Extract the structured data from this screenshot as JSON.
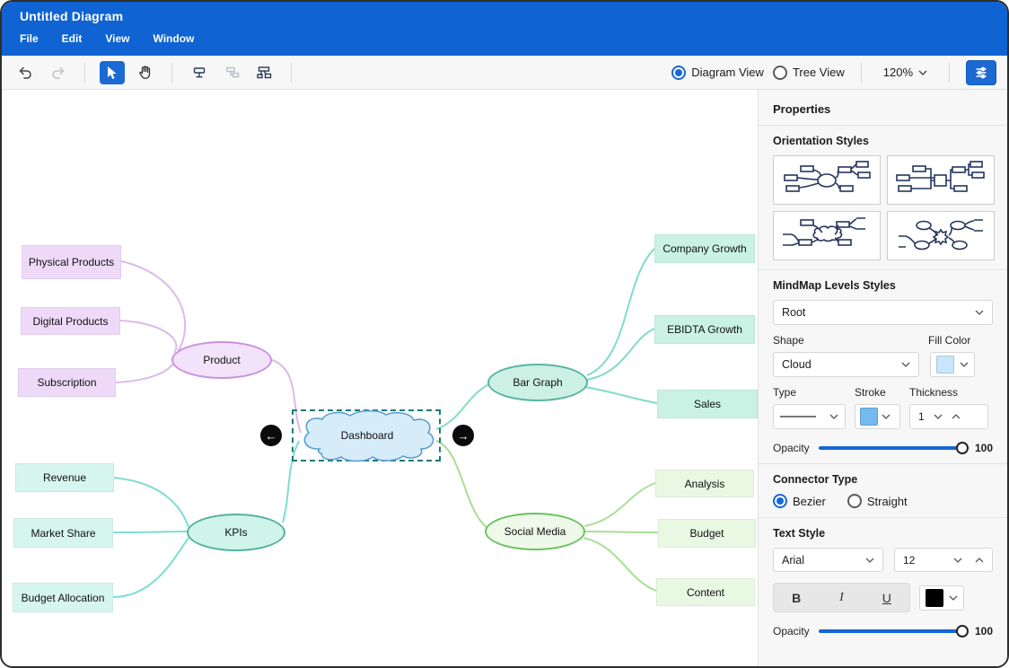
{
  "header": {
    "title": "Untitled Diagram",
    "menus": [
      "File",
      "Edit",
      "View",
      "Window"
    ]
  },
  "toolbar": {
    "view_options": [
      {
        "label": "Diagram View",
        "selected": true
      },
      {
        "label": "Tree View",
        "selected": false
      }
    ],
    "zoom": "120%"
  },
  "panel": {
    "title": "Properties",
    "orientation_title": "Orientation Styles",
    "levels_title": "MindMap Levels Styles",
    "level_value": "Root",
    "shape_label": "Shape",
    "fill_color_label": "Fill Color",
    "shape_value": "Cloud",
    "type_label": "Type",
    "stroke_label": "Stroke",
    "thickness_label": "Thickness",
    "thickness_value": "1",
    "opacity_label": "Opacity",
    "opacity_value": "100",
    "connector_title": "Connector Type",
    "bezier_label": "Bezier",
    "straight_label": "Straight",
    "text_style_title": "Text Style",
    "font_value": "Arial",
    "font_size_value": "12",
    "bold_label": "B",
    "italic_label": "I",
    "underline_label": "U",
    "text_opacity_label": "Opacity",
    "text_opacity_value": "100",
    "colors": {
      "fill": "#c9e7fb",
      "stroke": "#74b9ef",
      "text": "#000000",
      "accent": "#1668d8"
    }
  },
  "mindmap": {
    "root": "Dashboard",
    "nav_left": "←",
    "nav_right": "→",
    "branches": [
      {
        "label": "Product",
        "children": [
          "Physical Products",
          "Digital Products",
          "Subscription"
        ]
      },
      {
        "label": "KPIs",
        "children": [
          "Revenue",
          "Market Share",
          "Budget Allocation"
        ]
      },
      {
        "label": "Bar Graph",
        "children": [
          "Company Growth",
          "EBIDTA Growth",
          "Sales"
        ]
      },
      {
        "label": "Social Media",
        "children": [
          "Analysis",
          "Budget",
          "Content"
        ]
      }
    ]
  }
}
